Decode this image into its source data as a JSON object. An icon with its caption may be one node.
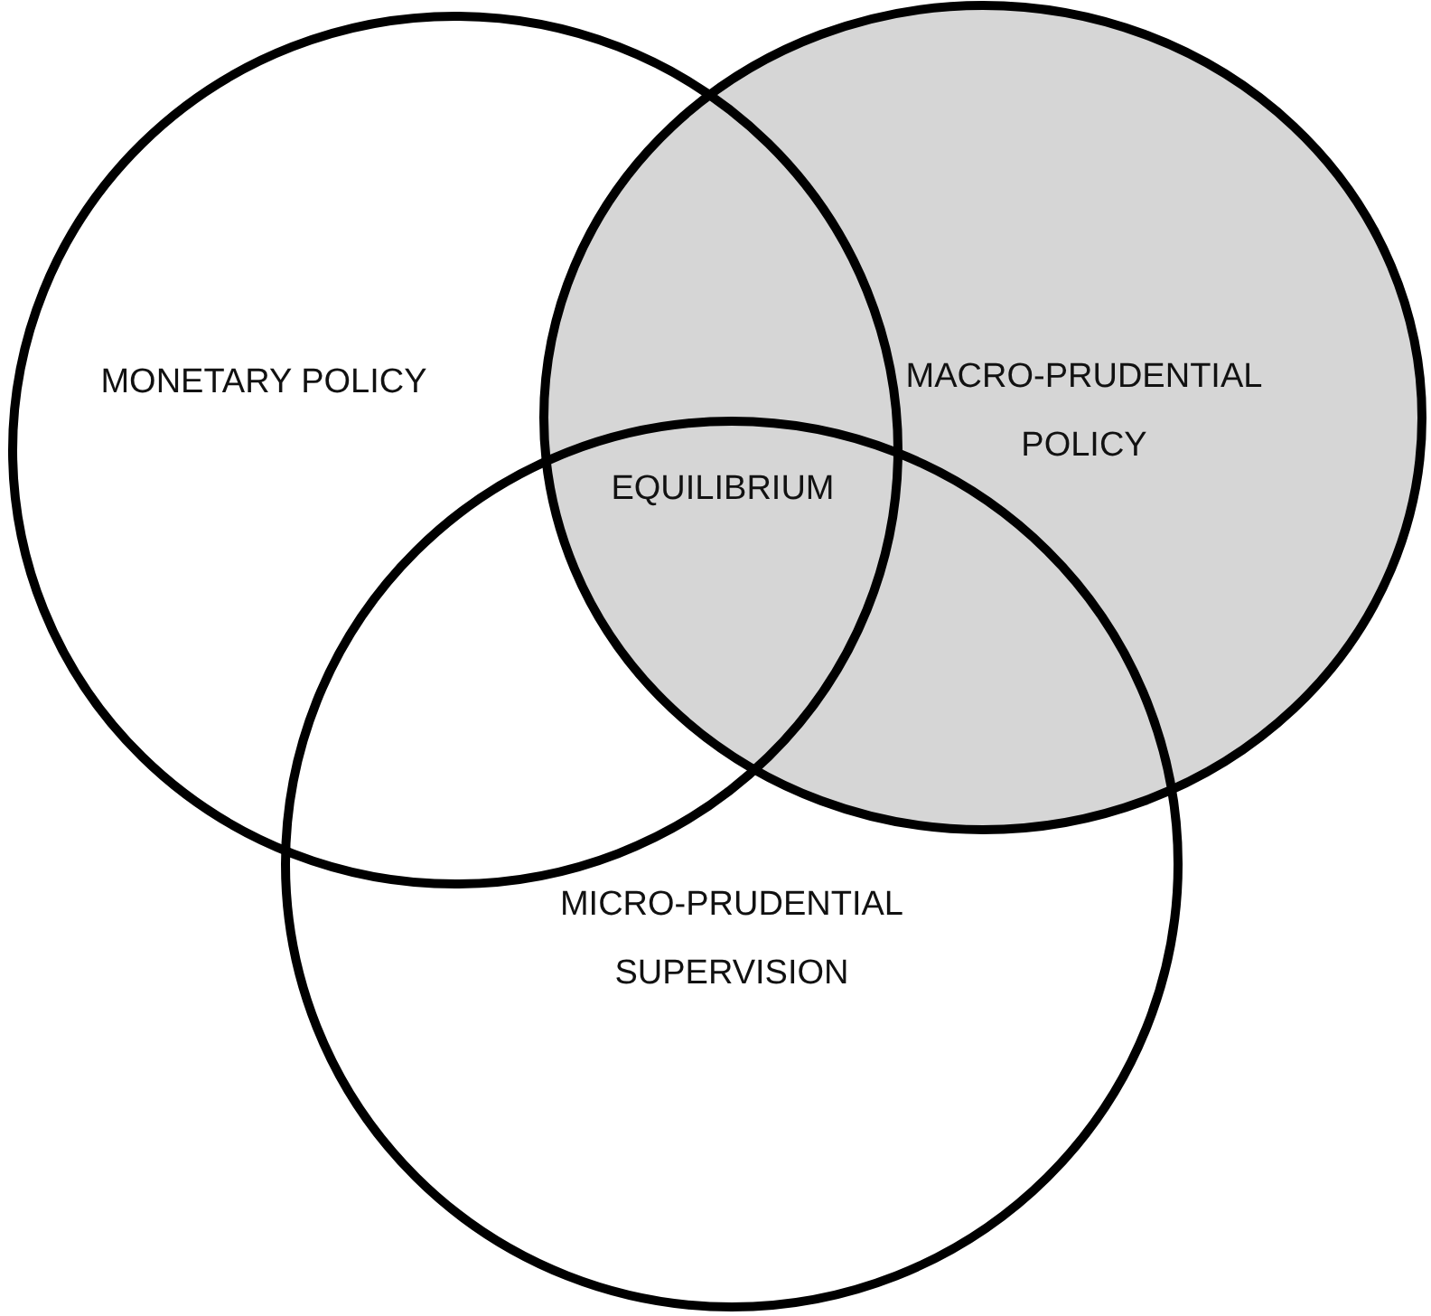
{
  "diagram": {
    "nodes": [
      {
        "text": [
          "MONETARY POLICY"
        ]
      },
      {
        "text": [
          "MACRO-PRUDENTIAL POLICY"
        ]
      },
      {
        "text": [
          "MICRO-PRUDENTIAL SUPERVISION"
        ]
      }
    ],
    "edges": [],
    "labels": [
      "EQUILIBRIUM"
    ]
  }
}
